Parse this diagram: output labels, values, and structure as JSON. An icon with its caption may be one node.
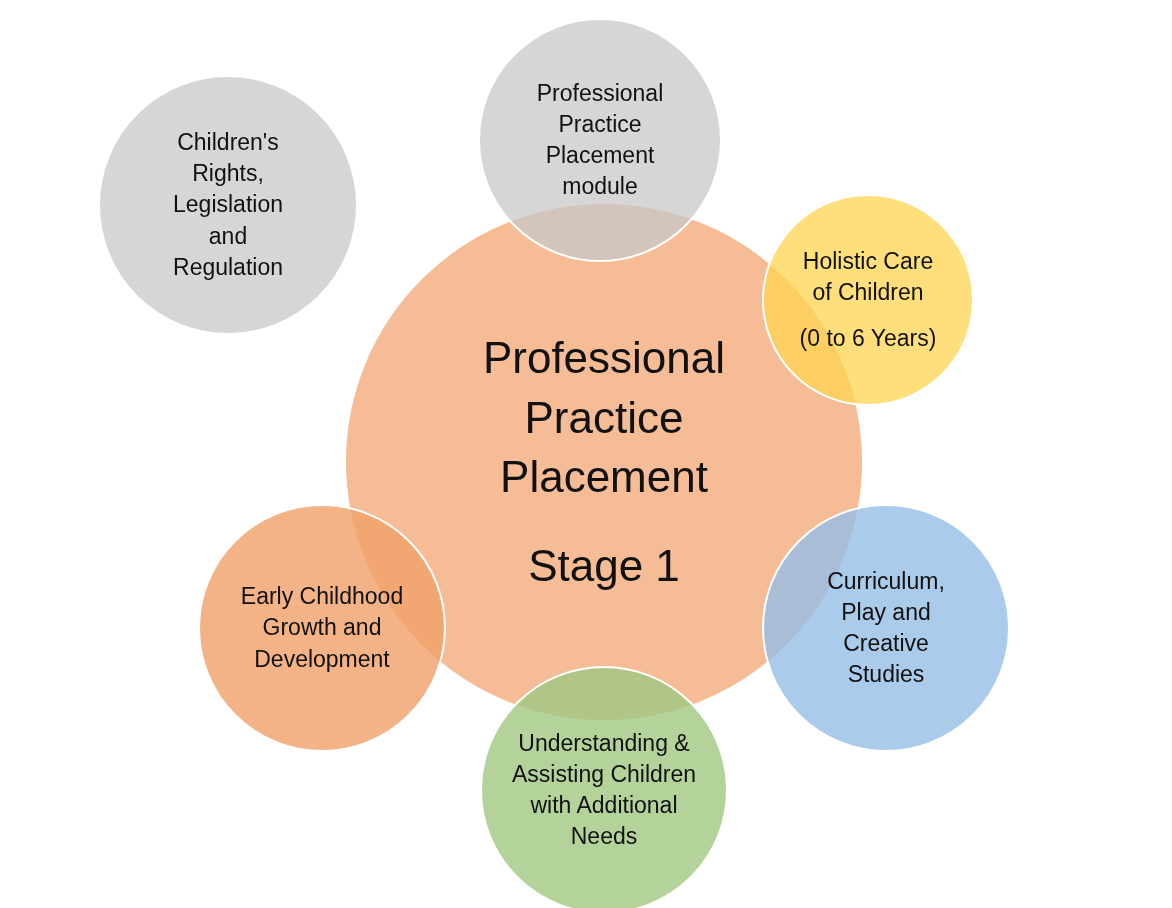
{
  "diagram": {
    "nodes": [
      {
        "text": [
          "Professional Practice Placement",
          "Stage 1"
        ]
      },
      {
        "text": [
          "Professional Practice Placement module"
        ]
      },
      {
        "text": [
          "Holistic Care of Children",
          "(0 to 6 Years)"
        ]
      },
      {
        "text": [
          "Curriculum, Play and Creative Studies"
        ]
      },
      {
        "text": [
          "Understanding & Assisting Children with Additional Needs"
        ]
      },
      {
        "text": [
          "Early Childhood Growth and Development"
        ]
      },
      {
        "text": [
          "Children's Rights, Legislation and Regulation"
        ]
      }
    ],
    "edges": []
  }
}
